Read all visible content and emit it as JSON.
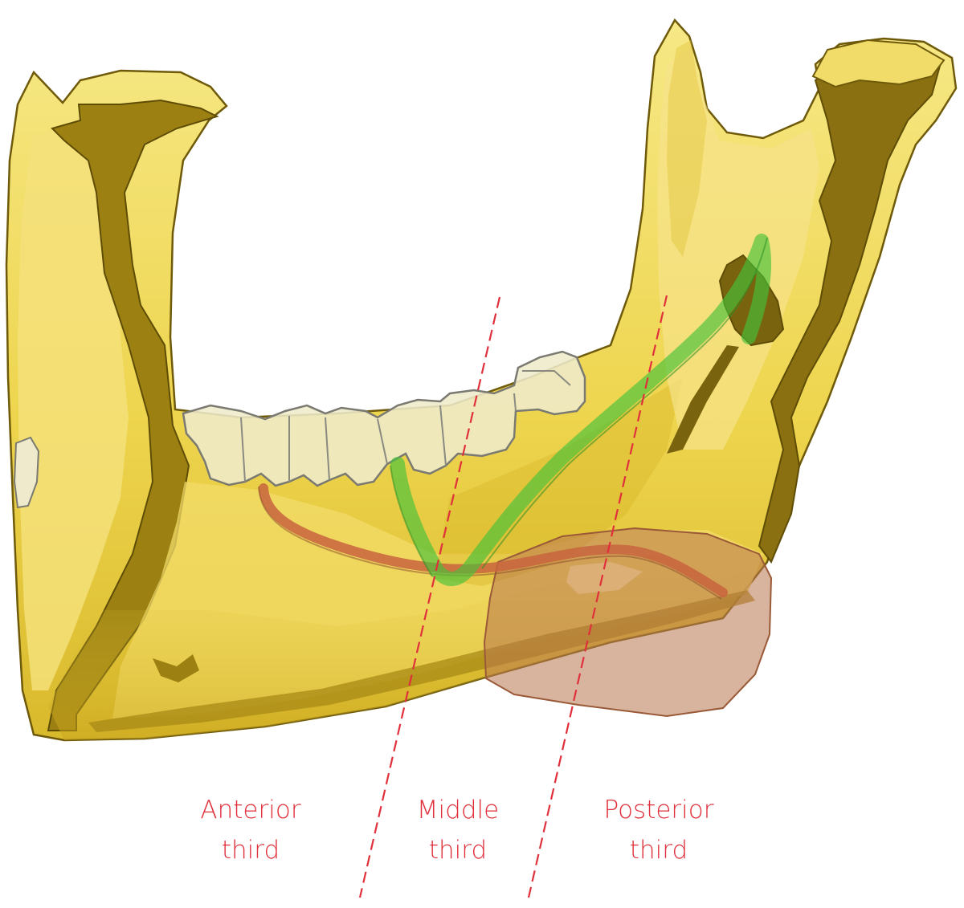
{
  "labels": {
    "anterior": {
      "line1": "Anterior",
      "line2": "third"
    },
    "middle": {
      "line1": "Middle",
      "line2": "third"
    },
    "posterior": {
      "line1": "Posterior",
      "line2": "third"
    }
  },
  "colors": {
    "bone_light": "#F4E27A",
    "bone_mid": "#E8CB3A",
    "bone_outline": "#6E5A0A",
    "bone_shadow": "#8C7410",
    "teeth": "#EFEACB",
    "teeth_outline": "#7A7A72",
    "green_structure": "#4DC23A",
    "red_brown_structure": "#C8643E",
    "gland": "#B8744F",
    "divider_line": "#E0303C",
    "label_text": "#E0303C"
  }
}
